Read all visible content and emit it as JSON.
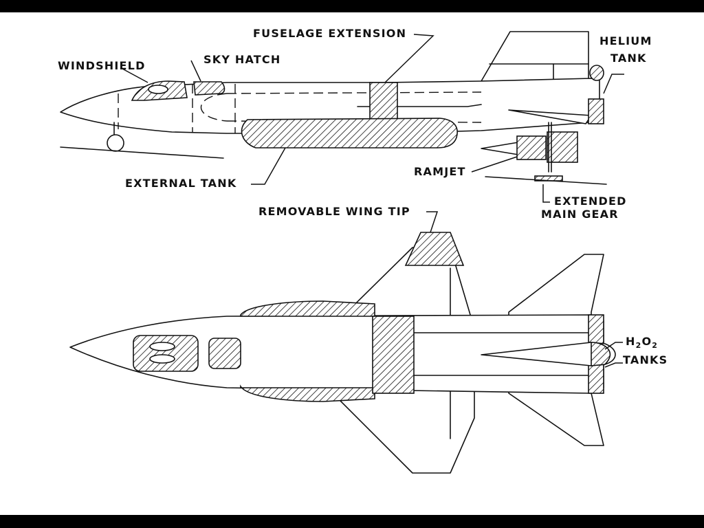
{
  "labels": {
    "fuselage_extension": "FUSELAGE EXTENSION",
    "helium_line1": "HELIUM",
    "helium_line2": "TANK",
    "windshield": "WINDSHIELD",
    "sky_hatch": "SKY HATCH",
    "external_tank": "EXTERNAL TANK",
    "ramjet": "RAMJET",
    "extended_line1": "EXTENDED",
    "extended_line2": "MAIN GEAR",
    "removable_wing_tip": "REMOVABLE WING TIP",
    "h2o2_h": "H",
    "h2o2_sub1": "2",
    "h2o2_o": "O",
    "h2o2_sub2": "2",
    "tanks": "TANKS"
  },
  "colors": {
    "background": "#000000",
    "paper": "#ffffff",
    "ink": "#111111"
  }
}
